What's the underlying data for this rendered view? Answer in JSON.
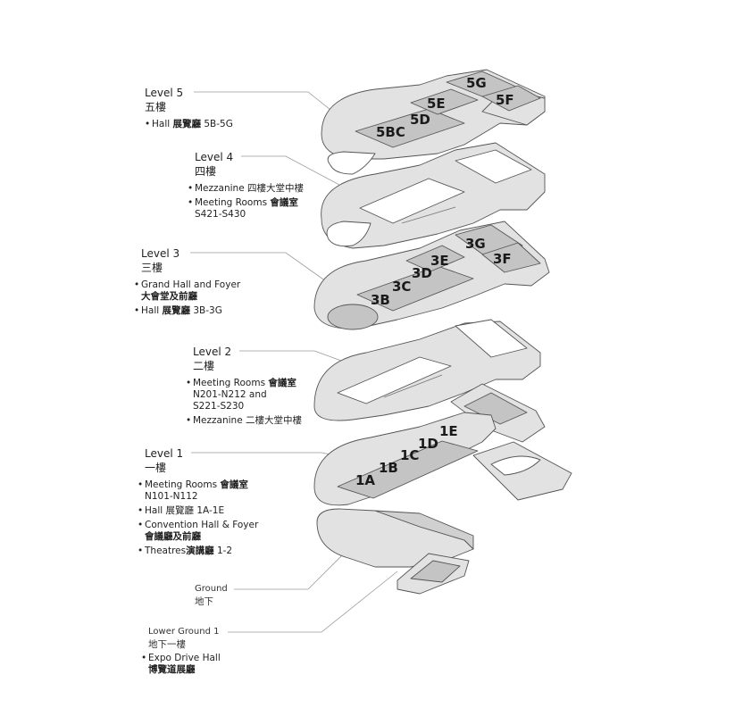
{
  "levels": [
    {
      "id": "l5",
      "title": "Level 5",
      "cn": "五樓",
      "items": [
        {
          "en": "Hall",
          "cn": "展覽廳",
          "suffix": "5B-5G"
        }
      ],
      "zones": [
        "5BC",
        "5D",
        "5E",
        "5G",
        "5F"
      ]
    },
    {
      "id": "l4",
      "title": "Level 4",
      "cn": "四樓",
      "items": [
        {
          "en": "Mezzanine",
          "cn": "四樓大堂中樓"
        },
        {
          "en": "Meeting Rooms",
          "cn": "會議室",
          "line2": "S421-S430"
        }
      ]
    },
    {
      "id": "l3",
      "title": "Level 3",
      "cn": "三樓",
      "items": [
        {
          "en": "Grand Hall and Foyer",
          "line2cn": "大會堂及前廳"
        },
        {
          "en": "Hall",
          "cn": "展覽廳",
          "suffix": "3B-3G"
        }
      ],
      "zones": [
        "3B",
        "3C",
        "3D",
        "3E",
        "3G",
        "3F"
      ]
    },
    {
      "id": "l2",
      "title": "Level 2",
      "cn": "二樓",
      "items": [
        {
          "en": "Meeting Rooms",
          "cn": "會議室",
          "line2": "N201-N212 and",
          "line3": "S221-S230"
        },
        {
          "en": "Mezzanine",
          "cn": "二樓大堂中樓"
        }
      ]
    },
    {
      "id": "l1",
      "title": "Level 1",
      "cn": "一樓",
      "items": [
        {
          "en": "Meeting Rooms",
          "cn": "會議室",
          "line2": "N101-N112"
        },
        {
          "en": "Hall",
          "cn": "展覽廳",
          "suffix": "1A-1E"
        },
        {
          "en": "Convention Hall & Foyer",
          "line2cn": "會議廳及前廳"
        },
        {
          "en": "Theatres",
          "cn": "演講廳",
          "suffix": "1-2"
        }
      ],
      "zones": [
        "1A",
        "1B",
        "1C",
        "1D",
        "1E"
      ]
    }
  ],
  "ground": {
    "title": "Ground",
    "cn": "地下"
  },
  "lower_ground": {
    "title": "Lower Ground 1",
    "cn": "地下一樓",
    "item_en": "Expo Drive Hall",
    "item_cn": "博覽道展廳"
  },
  "colors": {
    "floor": "#e2e2e2",
    "hall": "#c4c4c4",
    "outline": "#555555",
    "leader": "#9a9a9a"
  }
}
